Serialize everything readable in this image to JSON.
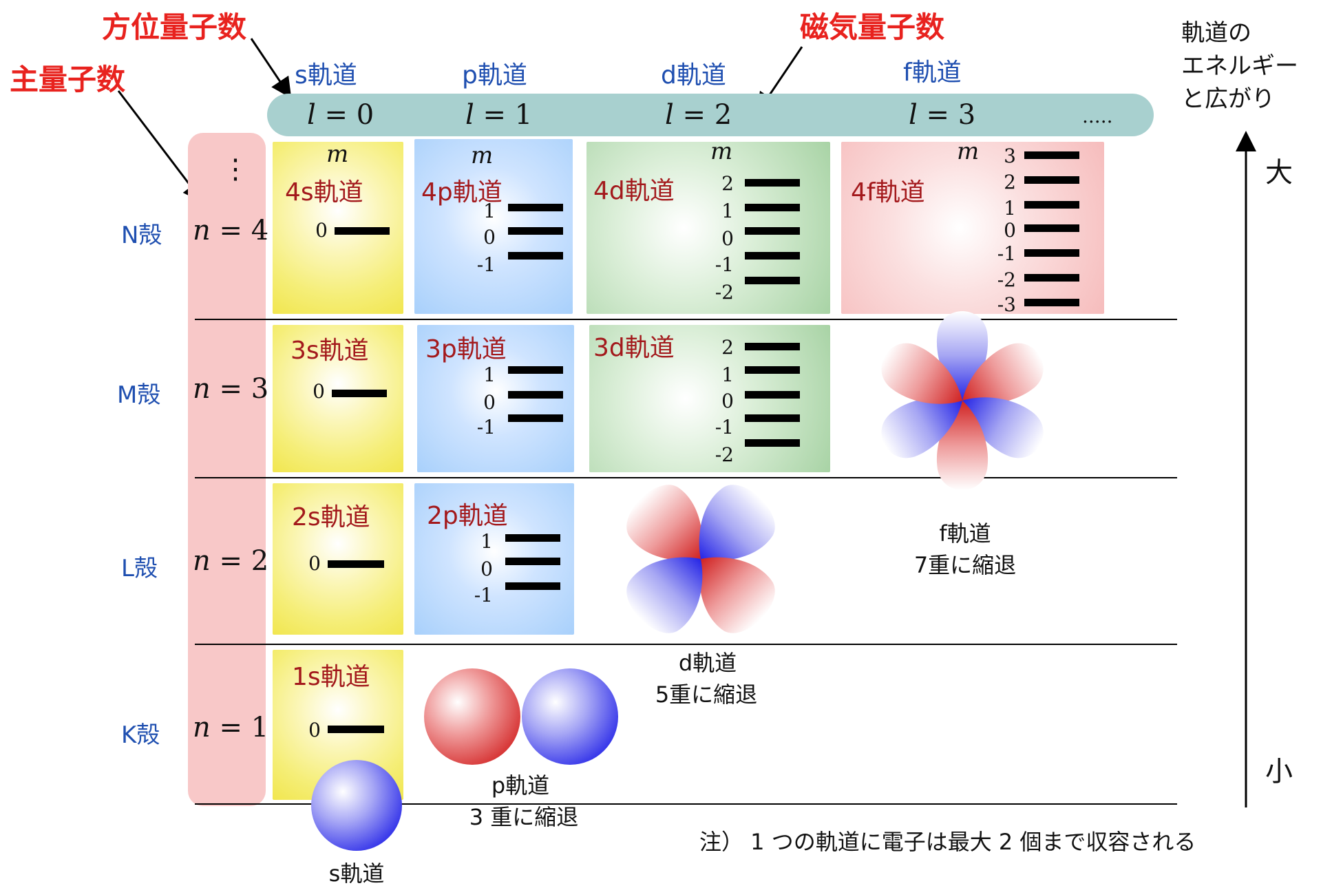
{
  "titles": {
    "azimuthal": "方位量子数",
    "principal": "主量子数",
    "magnetic": "磁気量子数"
  },
  "energy_axis": {
    "title_lines": [
      "軌道の",
      "エネルギー",
      "と広がり"
    ],
    "high": "大",
    "low": "小"
  },
  "columns": [
    {
      "name": "s軌道",
      "l_letter": "l",
      "l_eq": " = 0"
    },
    {
      "name": "p軌道",
      "l_letter": "l",
      "l_eq": " = 1"
    },
    {
      "name": "d軌道",
      "l_letter": "l",
      "l_eq": " = 2"
    },
    {
      "name": "f軌道",
      "l_letter": "l",
      "l_eq": " = 3"
    }
  ],
  "band_ellipsis": ".....",
  "n_ellipsis": "⋮",
  "m_symbol": "m",
  "shells": [
    {
      "shell": "N殻",
      "n_letter": "n",
      "n_eq": " = 4"
    },
    {
      "shell": "M殻",
      "n_letter": "n",
      "n_eq": " = 3"
    },
    {
      "shell": "L殻",
      "n_letter": "n",
      "n_eq": " = 2"
    },
    {
      "shell": "K殻",
      "n_letter": "n",
      "n_eq": " = 1"
    }
  ],
  "orbitals": {
    "4s": "4s軌道",
    "4p": "4p軌道",
    "4d": "4d軌道",
    "4f": "4f軌道",
    "3s": "3s軌道",
    "3p": "3p軌道",
    "3d": "3d軌道",
    "2s": "2s軌道",
    "2p": "2p軌道",
    "1s": "1s軌道"
  },
  "m_values": {
    "s": [
      "0"
    ],
    "p": [
      "1",
      "0",
      "-1"
    ],
    "d": [
      "2",
      "1",
      "0",
      "-1",
      "-2"
    ],
    "f": [
      "3",
      "2",
      "1",
      "0",
      "-1",
      "-2",
      "-3"
    ]
  },
  "captions": {
    "s": "s軌道",
    "p_name": "p軌道",
    "p_degen": "3 重に縮退",
    "d_name": "d軌道",
    "d_degen": "5重に縮退",
    "f_name": "f軌道",
    "f_degen": "7重に縮退"
  },
  "note": "注） 1 つの軌道に電子は最大 2 個まで収容される",
  "colors": {
    "title_red": "#e8221e",
    "label_blue": "#1f4fb0",
    "orbital_red": "#a3191c",
    "band_teal": "#a8d0cf",
    "shell_pink": "#f8c8c8",
    "lobe_red": "#d9393a",
    "lobe_blue": "#3c3cf0"
  }
}
